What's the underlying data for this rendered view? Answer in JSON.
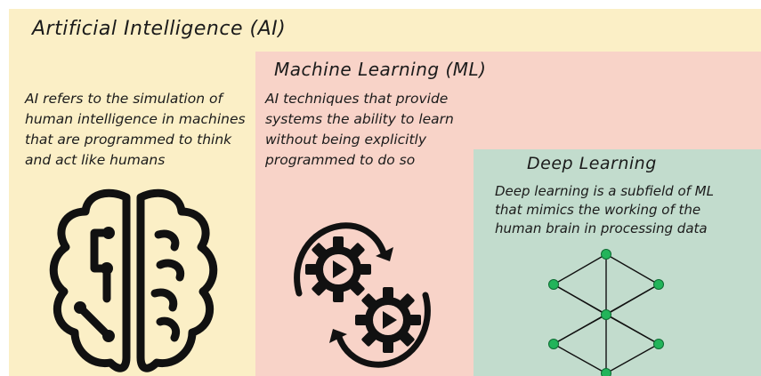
{
  "ai": {
    "title": "Artificial Intelligence (AI)",
    "description": [
      "AI refers to the simulation of",
      "human intelligence in machines",
      "that are programmed to think",
      "and act like humans"
    ],
    "color": "#fbefc6",
    "icon": "brain-circuit-icon"
  },
  "ml": {
    "title": "Machine Learning (ML)",
    "description": [
      "AI techniques that provide",
      "systems the ability to learn",
      "without being explicitly",
      "programmed to do so"
    ],
    "color": "#f8d3c8",
    "icon": "gears-cycle-icon"
  },
  "dl": {
    "title": "Deep Learning",
    "description": [
      "Deep learning is a subfield of ML",
      "that mimics the working of the",
      "human brain in processing data"
    ],
    "color": "#c2dccd",
    "icon": "neural-network-icon",
    "node_color": "#22b45a"
  }
}
